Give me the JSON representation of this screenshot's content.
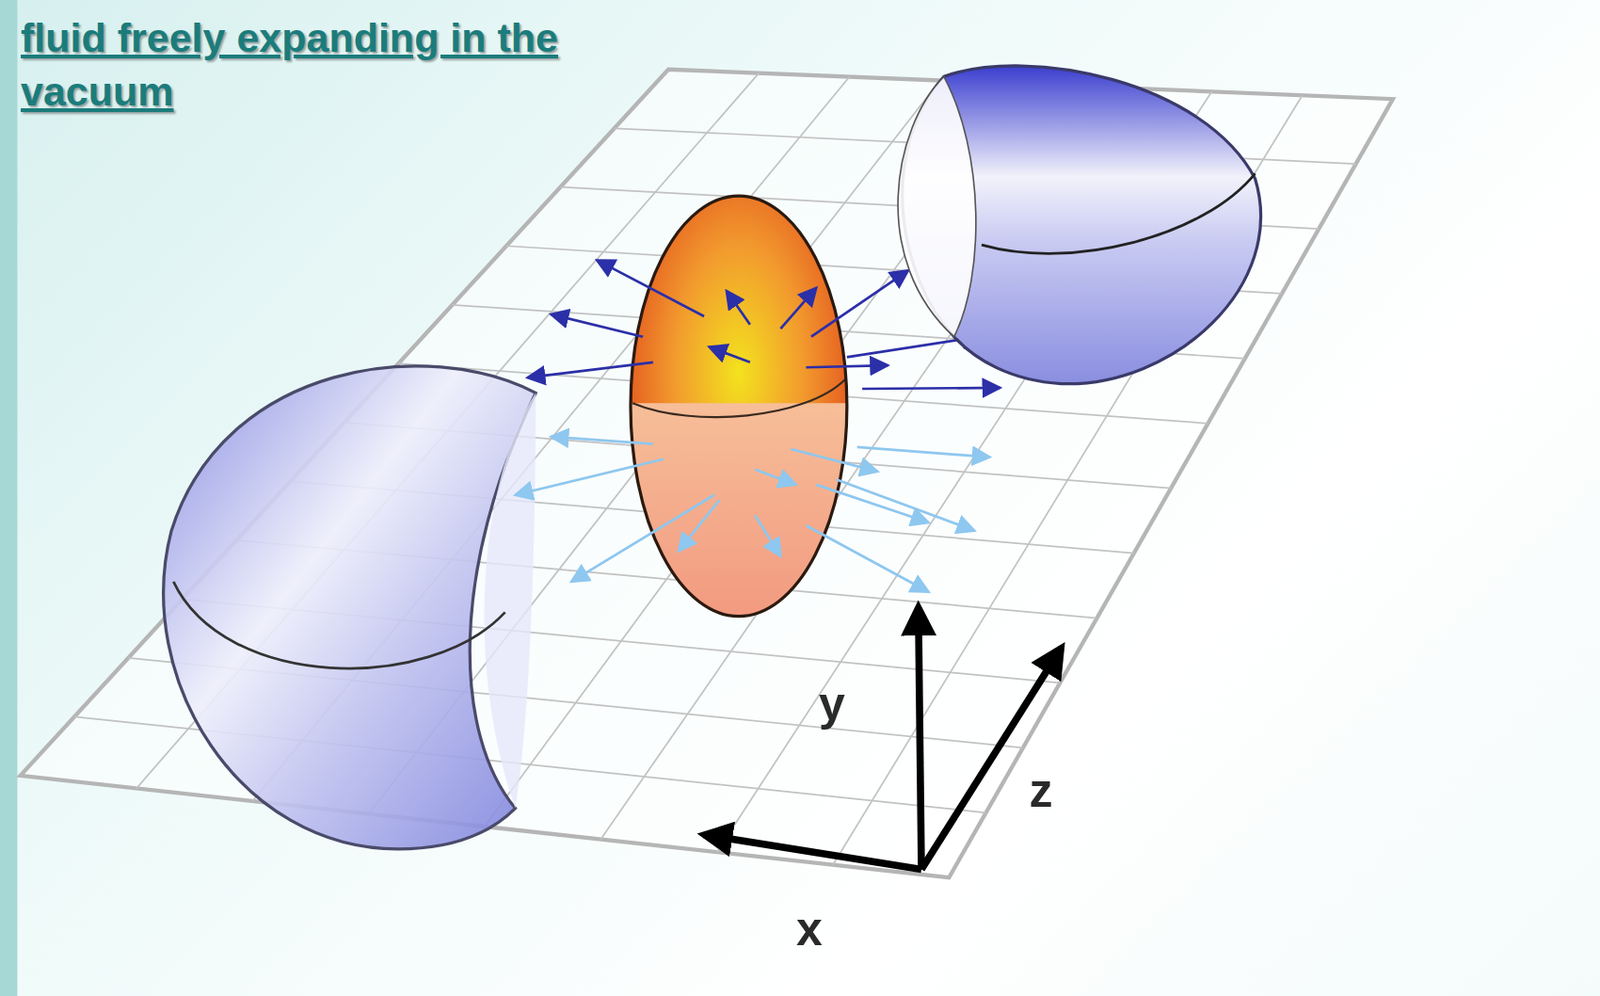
{
  "diagram": {
    "title": "fluid freely expanding in the vacuum",
    "labels": [
      "y",
      "z",
      "x"
    ]
  }
}
